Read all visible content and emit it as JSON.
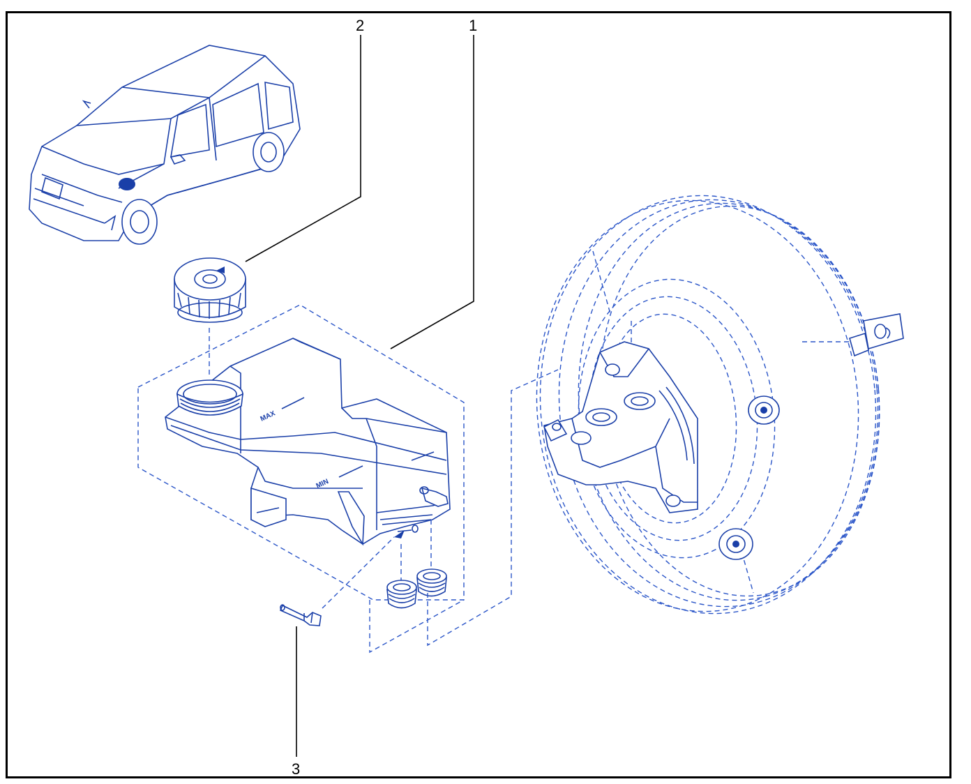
{
  "callouts": {
    "c1": "1",
    "c2": "2",
    "c3": "3"
  },
  "engravings": {
    "max": "MAX",
    "min": "MIN"
  },
  "colors": {
    "line": "#1a3fa8",
    "frame": "#000000",
    "background": "#ffffff"
  }
}
